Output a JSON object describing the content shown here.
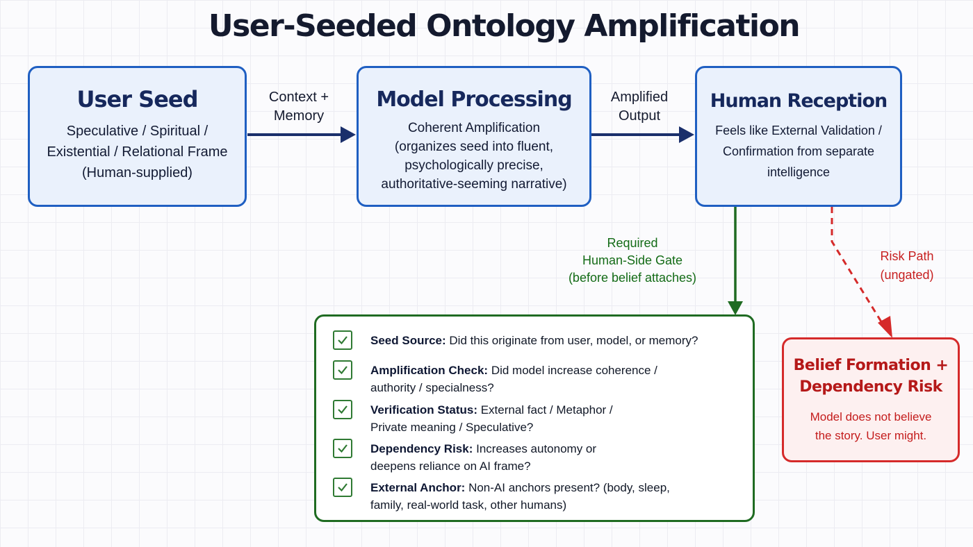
{
  "title": "User-Seeded Ontology Amplification",
  "boxes": {
    "seed": {
      "title": "User Seed",
      "lines": [
        "Speculative / Spiritual /",
        "Existential / Relational Frame",
        "(Human-supplied)"
      ]
    },
    "model": {
      "title": "Model Processing",
      "lines": [
        "Coherent Amplification",
        "(organizes seed into fluent,",
        "psychologically precise,",
        "authoritative-seeming narrative)"
      ]
    },
    "human": {
      "title": "Human Reception",
      "lines": [
        "Feels like External Validation /",
        "Confirmation from separate",
        "intelligence"
      ]
    }
  },
  "arrows": {
    "context": [
      "Context +",
      "Memory"
    ],
    "amplified": [
      "Amplified",
      "Output"
    ],
    "gate": [
      "Required",
      "Human-Side Gate",
      "(before belief attaches)"
    ],
    "risk": [
      "Risk Path",
      "(ungated)"
    ]
  },
  "checklist": [
    {
      "label": "Seed Source:",
      "lines": [
        "Did this originate from user, model, or memory?"
      ]
    },
    {
      "label": "Amplification Check:",
      "lines": [
        "Did model increase coherence /",
        "authority / specialness?"
      ]
    },
    {
      "label": "Verification Status:",
      "lines": [
        "External fact / Metaphor /",
        "Private meaning / Speculative?"
      ]
    },
    {
      "label": "Dependency Risk:",
      "lines": [
        "Increases autonomy or",
        "deepens reliance on AI frame?"
      ]
    },
    {
      "label": "External Anchor:",
      "lines": [
        "Non-AI anchors present? (body, sleep,",
        "family, real-world task, other humans)"
      ]
    }
  ],
  "risk_box": {
    "title_lines": [
      "Belief Formation +",
      "Dependency Risk"
    ],
    "body_lines": [
      "Model does not believe",
      "the story. User might."
    ]
  },
  "colors": {
    "blue_border": "#1f5fc2",
    "navy_arrow": "#1a2f6b",
    "green": "#1f6b22",
    "red": "#d52a2a"
  }
}
